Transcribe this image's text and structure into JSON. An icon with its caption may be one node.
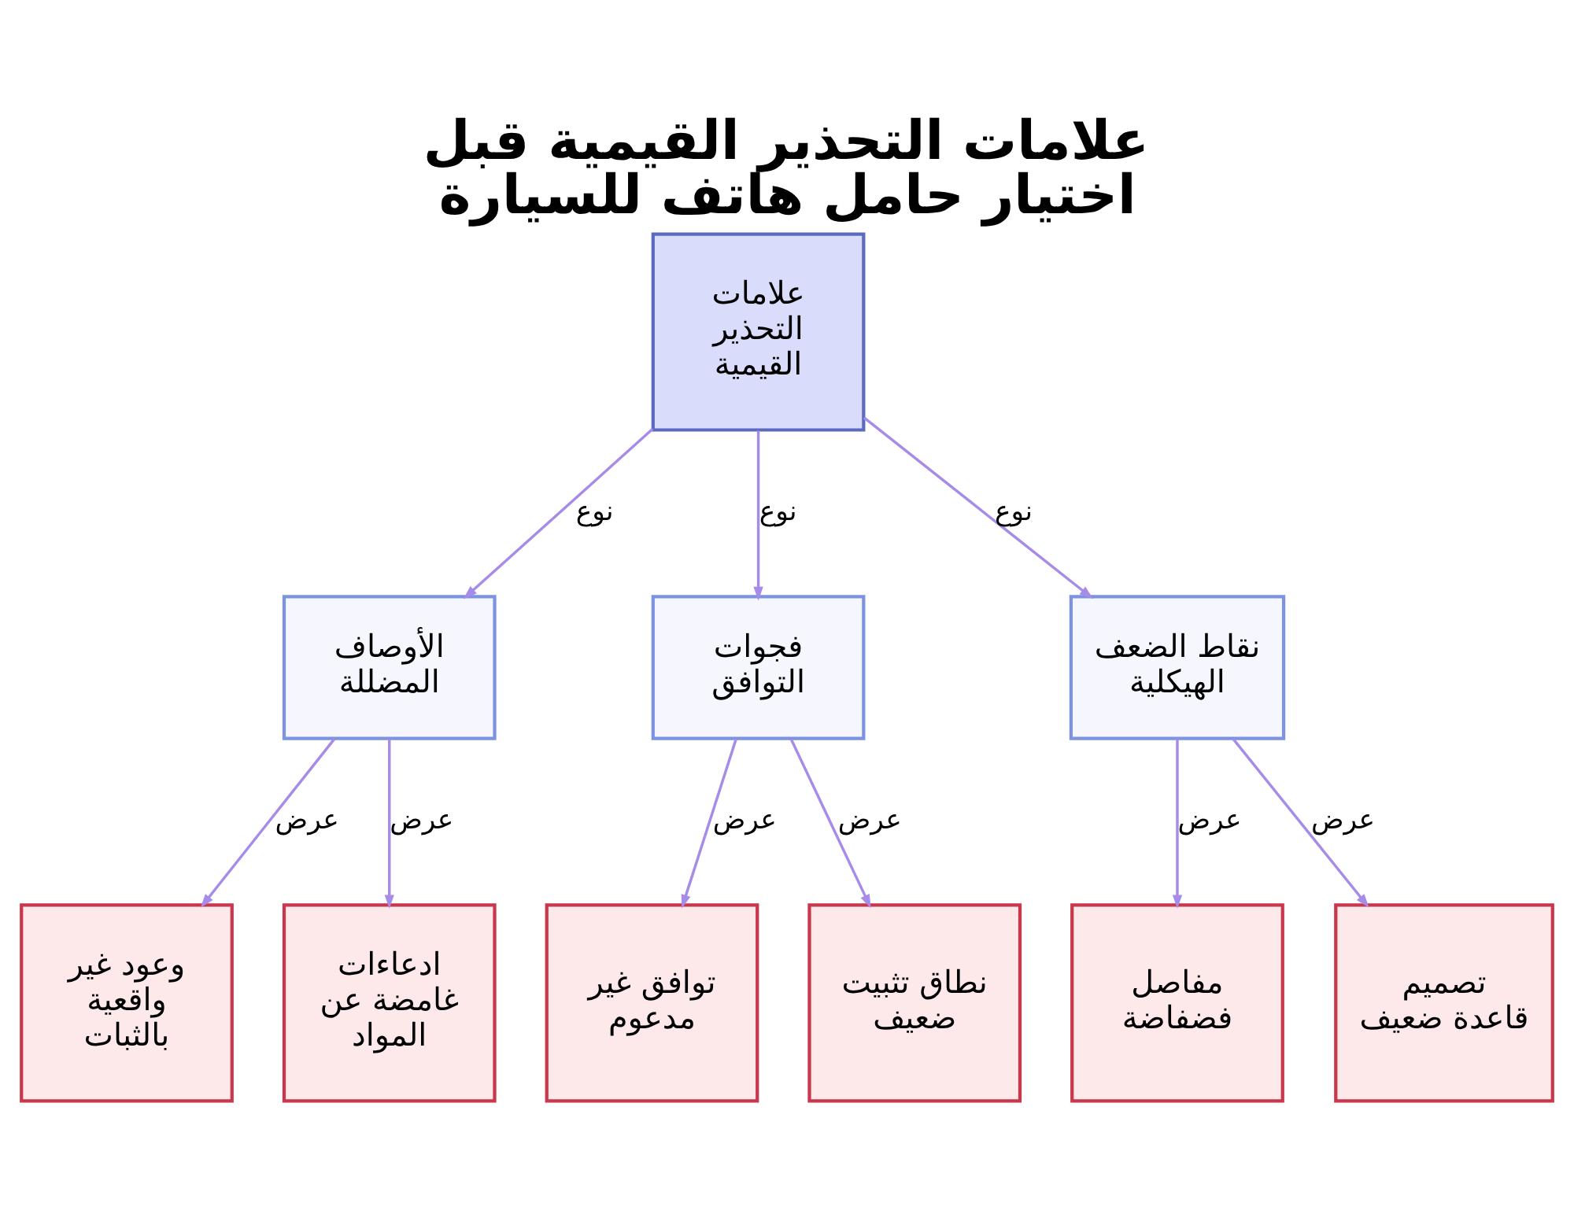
{
  "diagram": {
    "title": "علامات التحذير القيمية قبل اختيار حامل هاتف للسيارة",
    "nodes": [
      {
        "text": [
          "علامات التحذير القيمية"
        ]
      },
      {
        "text": [
          "الأوصاف المضللة"
        ]
      },
      {
        "text": [
          "فجوات التوافق"
        ]
      },
      {
        "text": [
          "نقاط الضعف الهيكلية"
        ]
      },
      {
        "text": [
          "وعود غير واقعية بالثبات"
        ]
      },
      {
        "text": [
          "ادعاءات غامضة عن المواد"
        ]
      },
      {
        "text": [
          "توافق غير مدعوم"
        ]
      },
      {
        "text": [
          "نطاق تثبيت ضعيف"
        ]
      },
      {
        "text": [
          "مفاصل فضفاضة"
        ]
      },
      {
        "text": [
          "تصميم قاعدة ضعيف"
        ]
      }
    ],
    "edges": [
      {
        "from": 0,
        "to": 1,
        "arrow": "to",
        "label": "نوع"
      },
      {
        "from": 0,
        "to": 2,
        "arrow": "to",
        "label": "نوع"
      },
      {
        "from": 0,
        "to": 3,
        "arrow": "to",
        "label": "نوع"
      },
      {
        "from": 1,
        "to": 4,
        "arrow": "to",
        "label": "عرض"
      },
      {
        "from": 1,
        "to": 5,
        "arrow": "to",
        "label": "عرض"
      },
      {
        "from": 2,
        "to": 6,
        "arrow": "to",
        "label": "عرض"
      },
      {
        "from": 2,
        "to": 7,
        "arrow": "to",
        "label": "عرض"
      },
      {
        "from": 3,
        "to": 8,
        "arrow": "to",
        "label": "عرض"
      },
      {
        "from": 3,
        "to": 9,
        "arrow": "to",
        "label": "عرض"
      }
    ]
  }
}
